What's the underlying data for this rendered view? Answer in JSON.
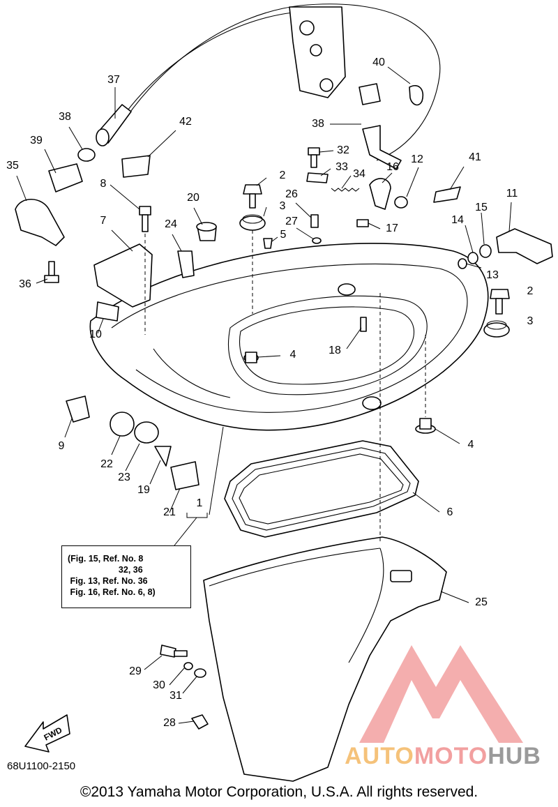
{
  "diagram": {
    "callouts": [
      {
        "id": "1",
        "label": "1"
      },
      {
        "id": "2a",
        "label": "2"
      },
      {
        "id": "2b",
        "label": "2"
      },
      {
        "id": "3a",
        "label": "3"
      },
      {
        "id": "3b",
        "label": "3"
      },
      {
        "id": "4a",
        "label": "4"
      },
      {
        "id": "4b",
        "label": "4"
      },
      {
        "id": "5",
        "label": "5"
      },
      {
        "id": "6",
        "label": "6"
      },
      {
        "id": "7",
        "label": "7"
      },
      {
        "id": "8",
        "label": "8"
      },
      {
        "id": "9",
        "label": "9"
      },
      {
        "id": "10",
        "label": "10"
      },
      {
        "id": "11",
        "label": "11"
      },
      {
        "id": "12",
        "label": "12"
      },
      {
        "id": "13",
        "label": "13"
      },
      {
        "id": "14",
        "label": "14"
      },
      {
        "id": "15",
        "label": "15"
      },
      {
        "id": "16",
        "label": "16"
      },
      {
        "id": "17",
        "label": "17"
      },
      {
        "id": "18",
        "label": "18"
      },
      {
        "id": "19",
        "label": "19"
      },
      {
        "id": "20",
        "label": "20"
      },
      {
        "id": "21",
        "label": "21"
      },
      {
        "id": "22",
        "label": "22"
      },
      {
        "id": "23",
        "label": "23"
      },
      {
        "id": "24",
        "label": "24"
      },
      {
        "id": "25",
        "label": "25"
      },
      {
        "id": "26",
        "label": "26"
      },
      {
        "id": "27",
        "label": "27"
      },
      {
        "id": "28",
        "label": "28"
      },
      {
        "id": "29",
        "label": "29"
      },
      {
        "id": "30",
        "label": "30"
      },
      {
        "id": "31",
        "label": "31"
      },
      {
        "id": "32",
        "label": "32"
      },
      {
        "id": "33",
        "label": "33"
      },
      {
        "id": "34",
        "label": "34"
      },
      {
        "id": "35",
        "label": "35"
      },
      {
        "id": "36",
        "label": "36"
      },
      {
        "id": "37",
        "label": "37"
      },
      {
        "id": "38a",
        "label": "38"
      },
      {
        "id": "38b",
        "label": "38"
      },
      {
        "id": "39",
        "label": "39"
      },
      {
        "id": "40",
        "label": "40"
      },
      {
        "id": "41",
        "label": "41"
      },
      {
        "id": "42",
        "label": "42"
      }
    ],
    "note_lines": [
      "(Fig. 15, Ref. No. 8",
      "                     32, 36",
      " Fig. 13, Ref. No. 36",
      " Fig. 16, Ref. No. 6, 8)"
    ],
    "fwd_label": "FWD",
    "document_code": "68U1100-2150",
    "copyright": "©2013 Yamaha Motor Corporation, U.S.A. All rights reserved."
  },
  "watermark": {
    "part1": "AUTO",
    "part2": "MOTO",
    "part3": "HUB",
    "colors": {
      "auto": "#f5c27a",
      "moto": "#f2a0a0",
      "hub": "#9a9a9a",
      "logo": "#f2a0a0"
    }
  }
}
